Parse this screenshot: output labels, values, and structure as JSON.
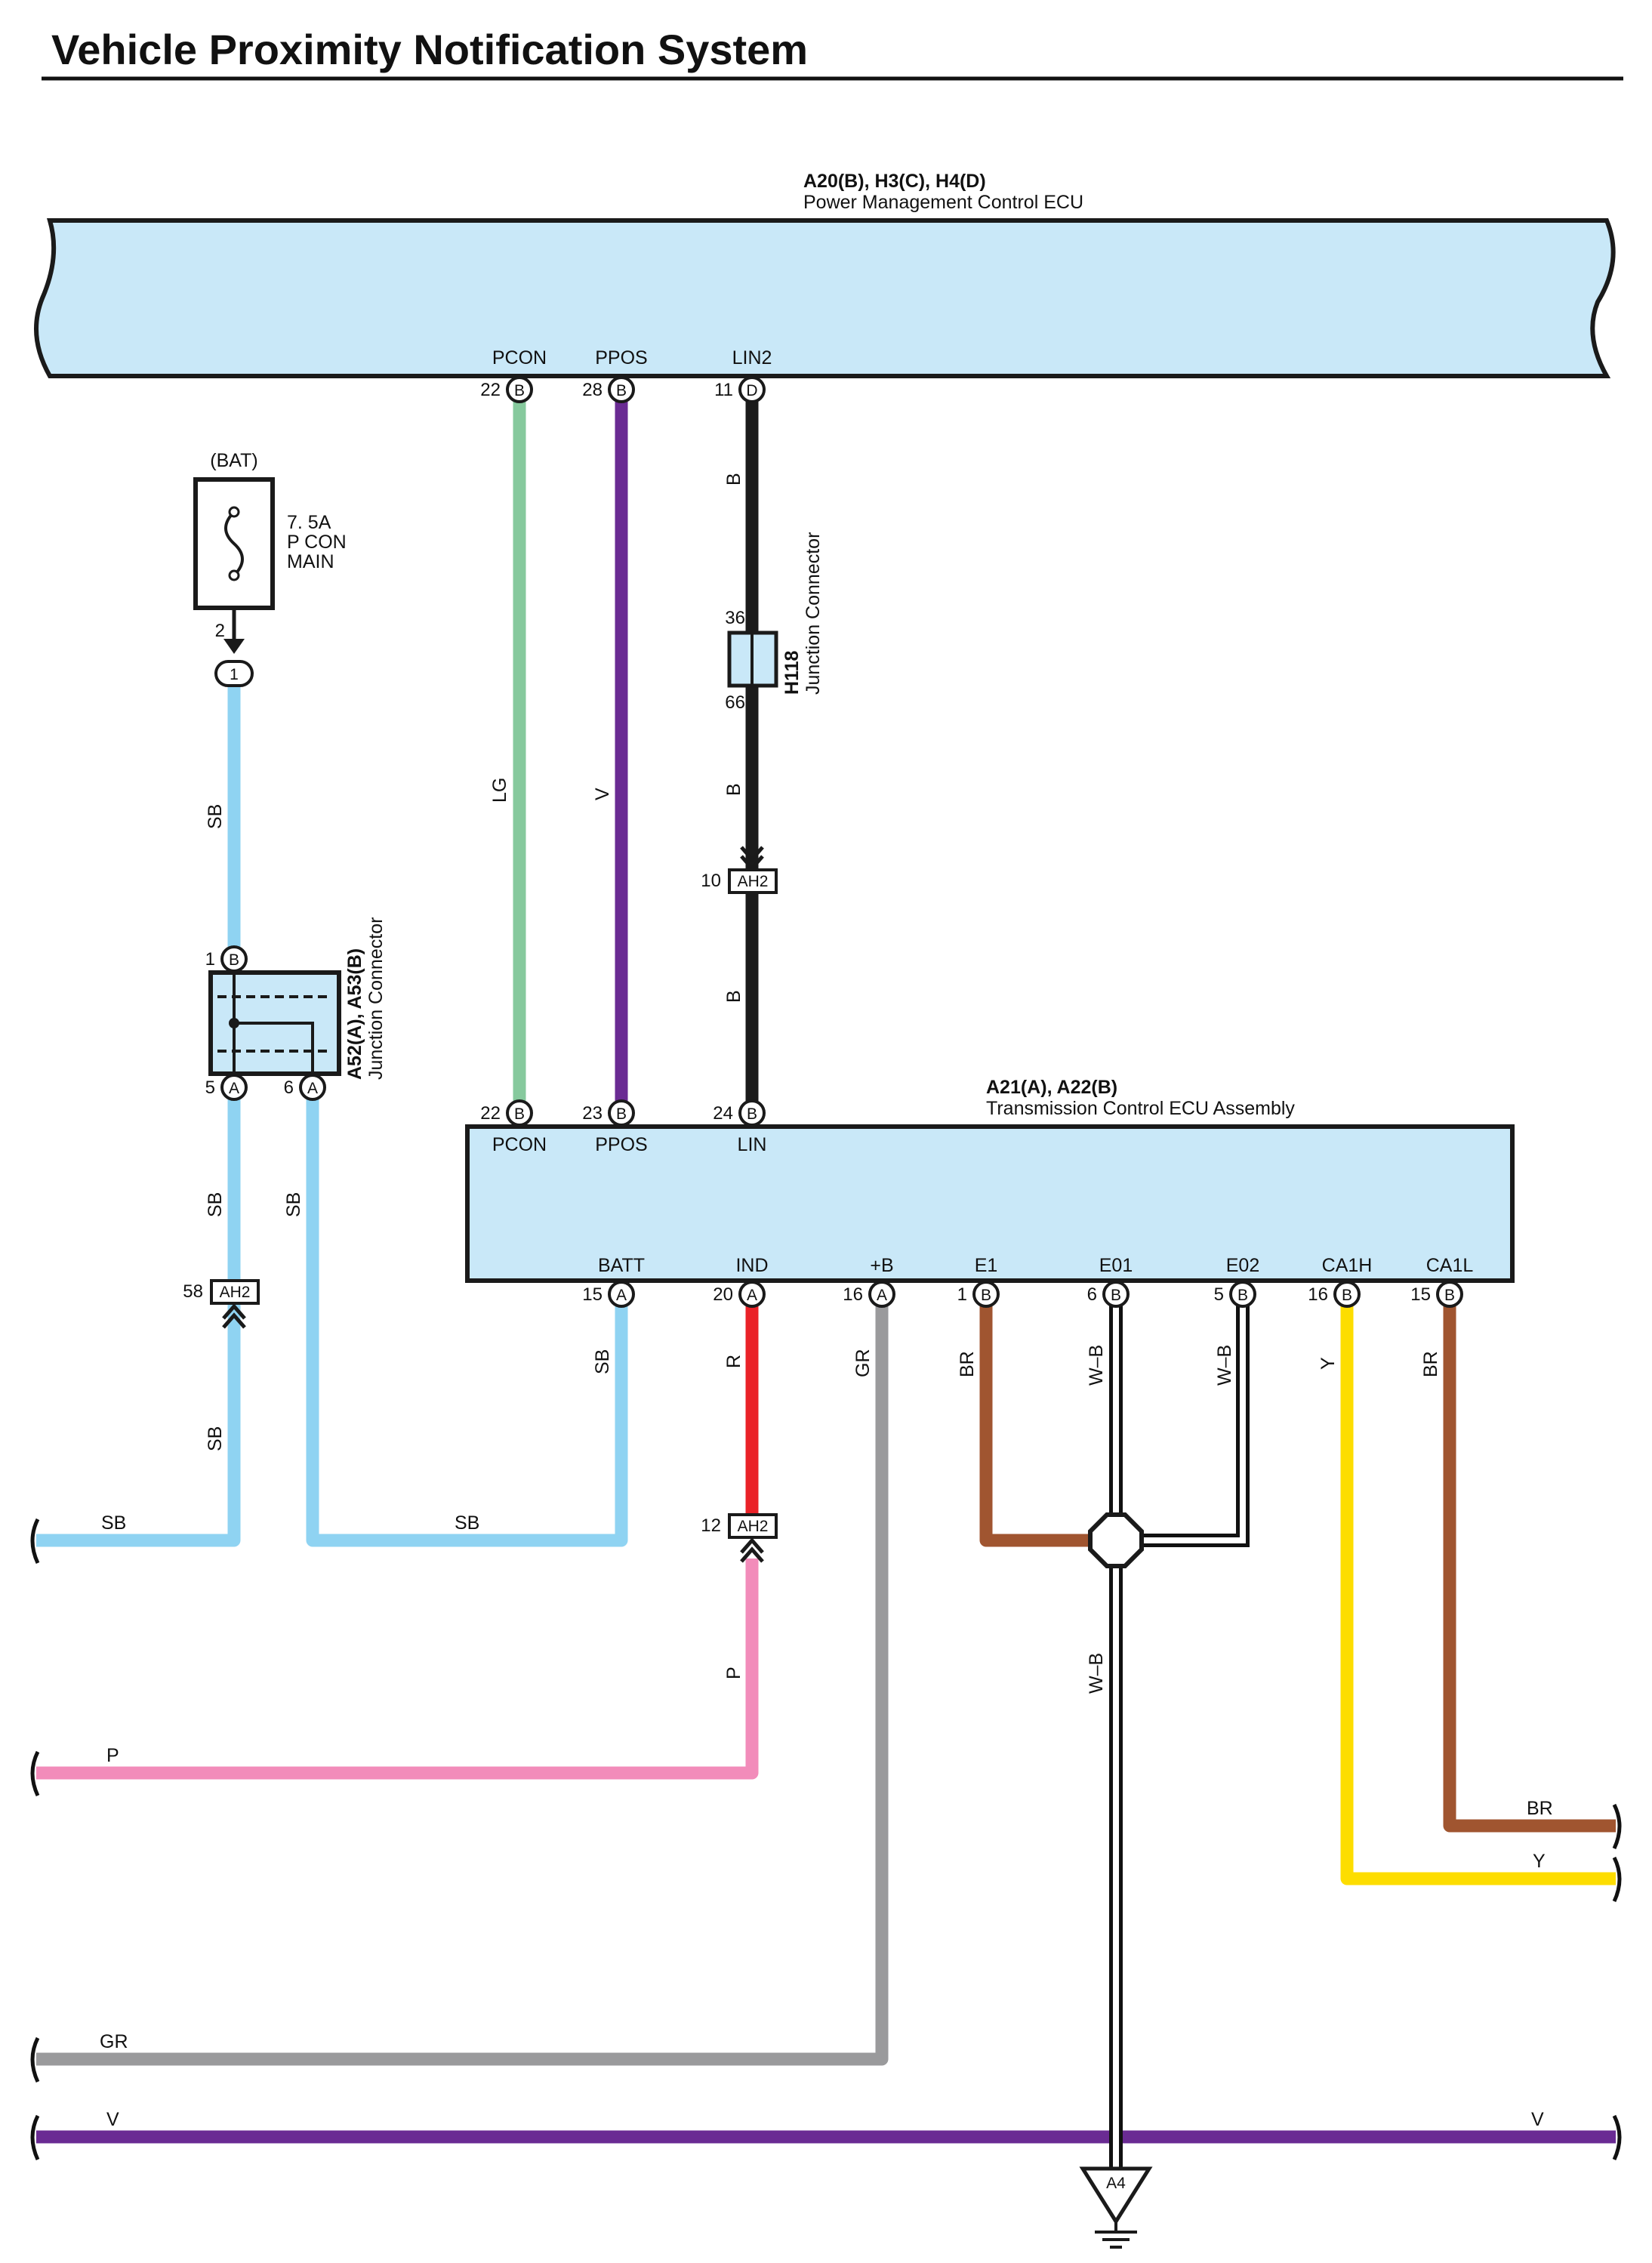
{
  "title": "Vehicle Proximity Notification System",
  "colors": {
    "LG": "#86c99d",
    "V": "#6a2b93",
    "B": "#1b1b1b",
    "SB": "#8fd3f2",
    "R": "#ea2228",
    "P": "#f28cba",
    "GR": "#9a9a9c",
    "BR": "#a05530",
    "Y": "#fddd00",
    "ecu_fill": "#c9e8f8"
  },
  "pm_ecu": {
    "codes": "A20(B), H3(C), H4(D)",
    "name": "Power Management Control ECU",
    "terminals": [
      {
        "label": "PCON",
        "pin": "22",
        "code": "B"
      },
      {
        "label": "PPOS",
        "pin": "28",
        "code": "B"
      },
      {
        "label": "LIN2",
        "pin": "11",
        "code": "D"
      }
    ]
  },
  "fuse": {
    "supply": "(BAT)",
    "line1": "7. 5A",
    "line2": "P CON",
    "line3": "MAIN",
    "pin": "2",
    "conn": "1"
  },
  "h118": {
    "code": "H118",
    "name": "Junction Connector",
    "pin_top": "36",
    "pin_bottom": "66"
  },
  "ah2_10": {
    "pin": "10",
    "code": "AH2"
  },
  "ah2_58": {
    "pin": "58",
    "code": "AH2"
  },
  "ah2_12": {
    "pin": "12",
    "code": "AH2"
  },
  "a52": {
    "codes": "A52(A), A53(B)",
    "name": "Junction Connector",
    "pin_top": "1",
    "code_top": "B",
    "pin_5": "5",
    "code_5": "A",
    "pin_6": "6",
    "code_6": "A"
  },
  "tc_ecu": {
    "codes": "A21(A), A22(B)",
    "name": "Transmission Control ECU Assembly",
    "top_terminals": [
      {
        "label": "PCON",
        "pin": "22",
        "code": "B"
      },
      {
        "label": "PPOS",
        "pin": "23",
        "code": "B"
      },
      {
        "label": "LIN",
        "pin": "24",
        "code": "B"
      }
    ],
    "bottom_terminals": [
      {
        "label": "BATT",
        "pin": "15",
        "code": "A"
      },
      {
        "label": "IND",
        "pin": "20",
        "code": "A"
      },
      {
        "label": "+B",
        "pin": "16",
        "code": "A"
      },
      {
        "label": "E1",
        "pin": "1",
        "code": "B"
      },
      {
        "label": "E01",
        "pin": "6",
        "code": "B"
      },
      {
        "label": "E02",
        "pin": "5",
        "code": "B"
      },
      {
        "label": "CA1H",
        "pin": "16",
        "code": "B"
      },
      {
        "label": "CA1L",
        "pin": "15",
        "code": "B"
      }
    ]
  },
  "wire_labels": {
    "lg": "LG",
    "v": "V",
    "b": "B",
    "sb": "SB",
    "r": "R",
    "p": "P",
    "gr": "GR",
    "br": "BR",
    "wb": "W–B",
    "y": "Y"
  },
  "ground": {
    "code": "A4"
  }
}
